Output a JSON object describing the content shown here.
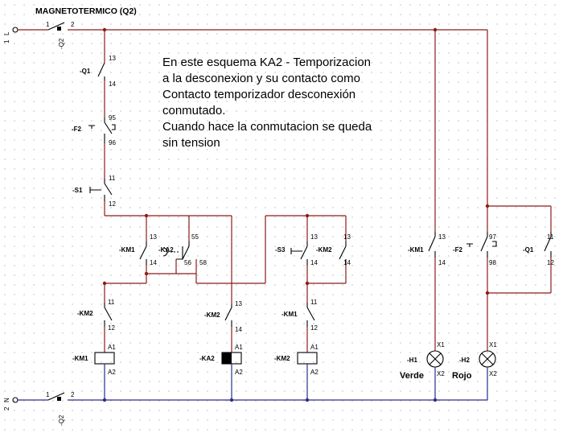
{
  "title": "MAGNETOTERMICO (Q2)",
  "note": {
    "lines": [
      "En este esquema KA2 - Temporizacion",
      "a la desconexion y su contacto como",
      "Contacto temporizador desconexión",
      "conmutado.",
      "Cuando hace la conmutacion se queda",
      "sin tension"
    ]
  },
  "supply": {
    "top": {
      "left": "L",
      "right": "1",
      "breaker_ref": "-Q2",
      "t1": "1",
      "t2": "2"
    },
    "bottom": {
      "left": "N",
      "right": "2",
      "breaker_ref": "-Q2",
      "t1": "1",
      "t2": "2"
    }
  },
  "components": {
    "q1": {
      "ref": "-Q1",
      "t1": "13",
      "t2": "14"
    },
    "f2": {
      "ref": "-F2",
      "t1": "95",
      "t2": "96"
    },
    "s1": {
      "ref": "-S1",
      "t1": "11",
      "t2": "12"
    },
    "km1_hold": {
      "ref": "-KM1",
      "t1": "13",
      "t2": "14"
    },
    "ka2_contact": {
      "ref": "-KA2",
      "t_com": "55",
      "t_nc": "56",
      "t_no": "58"
    },
    "s3": {
      "ref": "-S3",
      "t1": "13",
      "t2": "14"
    },
    "km2_contact": {
      "ref": "-KM2",
      "t1": "13",
      "t2": "14"
    },
    "km2_hold": {
      "t1": "13",
      "t2": "14"
    },
    "col1_interlock": {
      "ref": "-KM2",
      "t1": "11",
      "t2": "12"
    },
    "col1_coil": {
      "ref": "-KM1",
      "a1": "A1",
      "a2": "A2"
    },
    "col2_contact": {
      "ref": "-KM2",
      "t1": "13",
      "t2": "14"
    },
    "col2_coil": {
      "ref": "-KA2",
      "a1": "A1",
      "a2": "A2"
    },
    "col3_interlock": {
      "ref": "-KM1",
      "t1": "11",
      "t2": "12"
    },
    "col3_coil": {
      "ref": "-KM2",
      "a1": "A1",
      "a2": "A2"
    },
    "sig_km1": {
      "ref": "-KM1",
      "t1": "13",
      "t2": "14"
    },
    "sig_f2": {
      "ref": "-F2",
      "t1": "97",
      "t2": "98"
    },
    "sig_q1": {
      "ref": "-Q1",
      "t1": "11",
      "t2": "12"
    },
    "lamp_h1": {
      "ref": "-H1",
      "x1": "X1",
      "x2": "X2",
      "color_label": "Verde"
    },
    "lamp_h2": {
      "ref": "-H2",
      "x1": "X1",
      "x2": "X2",
      "color_label": "Rojo"
    }
  },
  "colors": {
    "phase_wire": "#8e1b1b",
    "neutral_wire": "#2c2c8c",
    "symbol": "#000000"
  }
}
